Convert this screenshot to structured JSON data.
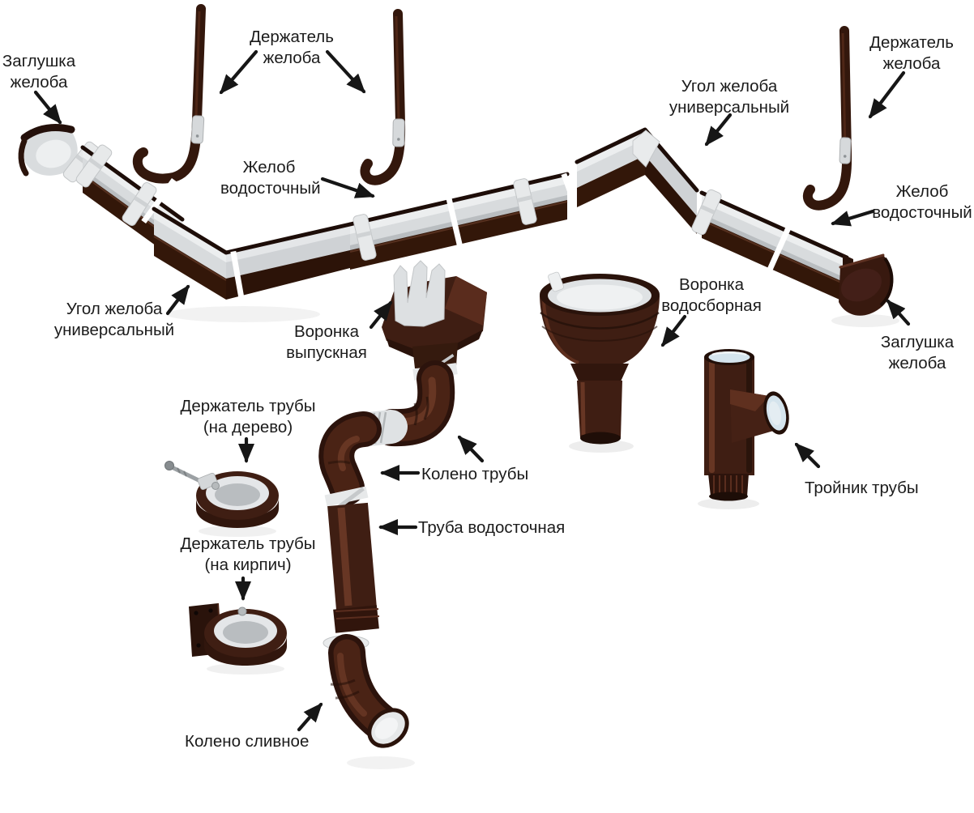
{
  "diagram": {
    "description_labels": {
      "zaglushka_left": {
        "text": "Заглушка\nжелоба"
      },
      "derzhatel_top": {
        "text": "Держатель\nжелоба"
      },
      "zhelob_left": {
        "text": "Желоб\nводосточный"
      },
      "ugol_top": {
        "text": "Угол желоба\nуниверсальный"
      },
      "derzhatel_right": {
        "text": "Держатель\nжелоба"
      },
      "zhelob_right": {
        "text": "Желоб\nводосточный"
      },
      "ugol_left": {
        "text": "Угол желоба\nуниверсальный"
      },
      "voronka_vypusknaya": {
        "text": "Воронка\nвыпускная"
      },
      "voronka_vodosbornaya": {
        "text": "Воронка\nводосборная"
      },
      "zaglushka_right": {
        "text": "Заглушка\nжелоба"
      },
      "derzhatel_truby_derevo": {
        "text": "Держатель трубы\n(на дерево)"
      },
      "derzhatel_truby_kirpich": {
        "text": "Держатель трубы\n(на кирпич)"
      },
      "koleno_truby": {
        "text": "Колено трубы"
      },
      "truba_vodostochnaya": {
        "text": "Труба водосточная"
      },
      "troynik_truby": {
        "text": "Тройник трубы"
      },
      "koleno_slivnoe": {
        "text": "Колено сливное"
      }
    },
    "colors": {
      "background": "#ffffff",
      "label_text": "#1b1b1b",
      "arrow": "#161616",
      "part_brown_dark": "#2a130b",
      "part_brown": "#3f1e13",
      "part_brown_light": "#6e3b27",
      "gutter_inner_gray": "#d8dbdd",
      "part_white": "#e7e9ea",
      "opening_blue": "#d5e4ed"
    }
  }
}
